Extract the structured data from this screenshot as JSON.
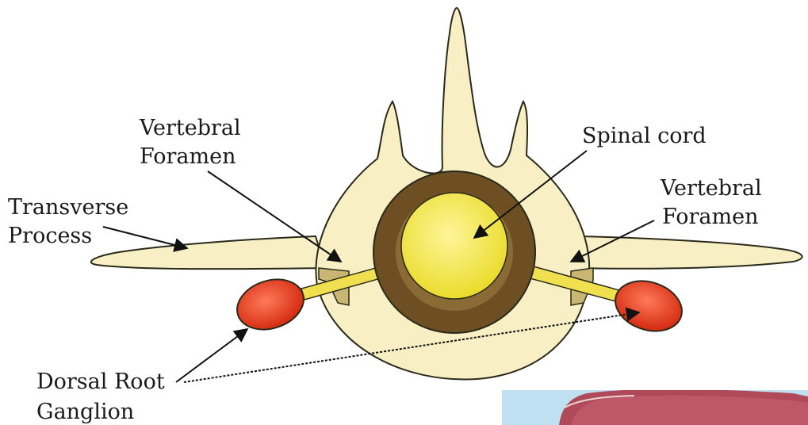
{
  "labels": {
    "vertebral_foramen_left": [
      "Vertebral",
      "Foramen"
    ],
    "spinal_cord": "Spinal cord",
    "vertebral_foramen_right": [
      "Vertebral",
      "Foramen"
    ],
    "transverse_process": [
      "Transverse",
      "Process"
    ],
    "dorsal_root_ganglion": [
      "Dorsal Root",
      "Ganglion"
    ]
  },
  "colors": {
    "bone": "#f8f0c4",
    "bone_outline": "#2a2a1a",
    "cord_ring": "#6e4f24",
    "cord_ring_inner": "#8a6a35",
    "spinal_cord": "#f2e84a",
    "nerve_root": "#f0e050",
    "ganglion": "#e53a1e",
    "ganglion_highlight": "#ff7a5a",
    "arrow": "#111111",
    "photo_sky": "#bfe0f0",
    "photo_meat": "#b04a5a"
  }
}
